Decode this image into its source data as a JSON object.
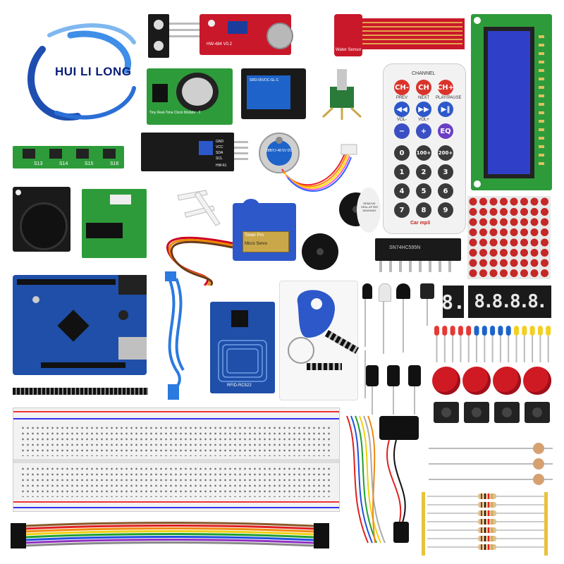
{
  "brand": {
    "name": "HUI LI LONG"
  },
  "modules": {
    "sound_sensor": "HW-484 V0.2",
    "water_sensor": "Water Sensor",
    "rtc": "Tiny Real-Time Clock Module - 2",
    "relay": "SRD-05VDC-SL-C",
    "buttons": [
      "S13",
      "S14",
      "S15",
      "S16"
    ],
    "i2c": "HW-61",
    "i2c_pins": [
      "GND",
      "VCC",
      "SDA",
      "SCL"
    ],
    "stepper": "28BYJ-48 5V DC",
    "servo_brand": "Tower Pro",
    "servo_model": "Micro Servo",
    "buzzer_sticker": "REMOVE SEAL AFTER WASHING",
    "rfid": "RFID-RC522",
    "chip": "SN74HC595N"
  },
  "remote": {
    "header": "CHANNEL",
    "row1": [
      "CH-",
      "CH",
      "CH+"
    ],
    "row1_labels": [
      "PREV",
      "NEXT",
      "PLAY/PAUSE"
    ],
    "row2_labels": [
      "VOL-",
      "VOL+",
      "EQ"
    ],
    "numbers": [
      "0",
      "100+",
      "200+",
      "1",
      "2",
      "3",
      "4",
      "5",
      "6",
      "7",
      "8",
      "9"
    ],
    "logo": "Car mp3",
    "eq": "EQ"
  },
  "seven_seg": {
    "single": "8.",
    "quad": "8.8.8.8."
  },
  "colors": {
    "pcb_blue": "#1f4fa8",
    "pcb_green": "#2e9b3a",
    "pcb_red": "#d11f2a",
    "servo_blue": "#2d58c9",
    "button_red": "#d01a23",
    "brand_blue": "#0a1e78"
  }
}
